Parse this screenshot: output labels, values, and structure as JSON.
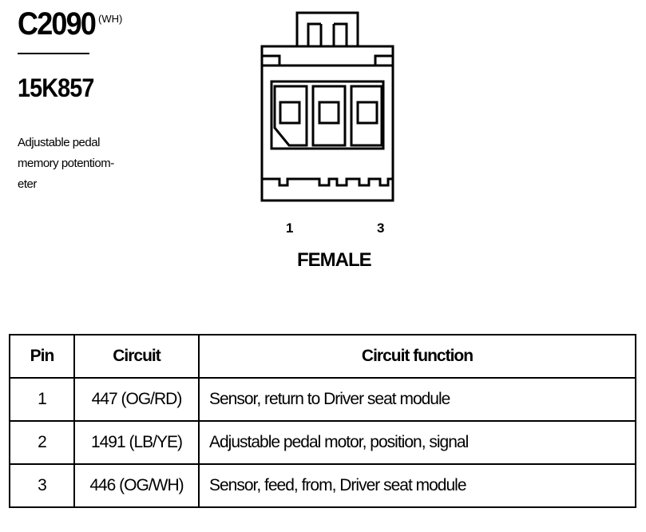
{
  "connector": {
    "code": "C2090",
    "color_code": "(WH)",
    "part_number": "15K857",
    "description_lines": [
      "Adjustable pedal",
      "memory potentiom-",
      "eter"
    ],
    "pin_first_label": "1",
    "pin_last_label": "3",
    "gender": "FEMALE"
  },
  "pin_table": {
    "headers": {
      "pin": "Pin",
      "circuit": "Circuit",
      "function": "Circuit function"
    },
    "rows": [
      {
        "pin": "1",
        "circuit": "447 (OG/RD)",
        "function": "Sensor, return to Driver seat module"
      },
      {
        "pin": "2",
        "circuit": "1491 (LB/YE)",
        "function": "Adjustable pedal motor, position, signal"
      },
      {
        "pin": "3",
        "circuit": "446 (OG/WH)",
        "function": "Sensor, feed, from, Driver seat module"
      }
    ]
  }
}
